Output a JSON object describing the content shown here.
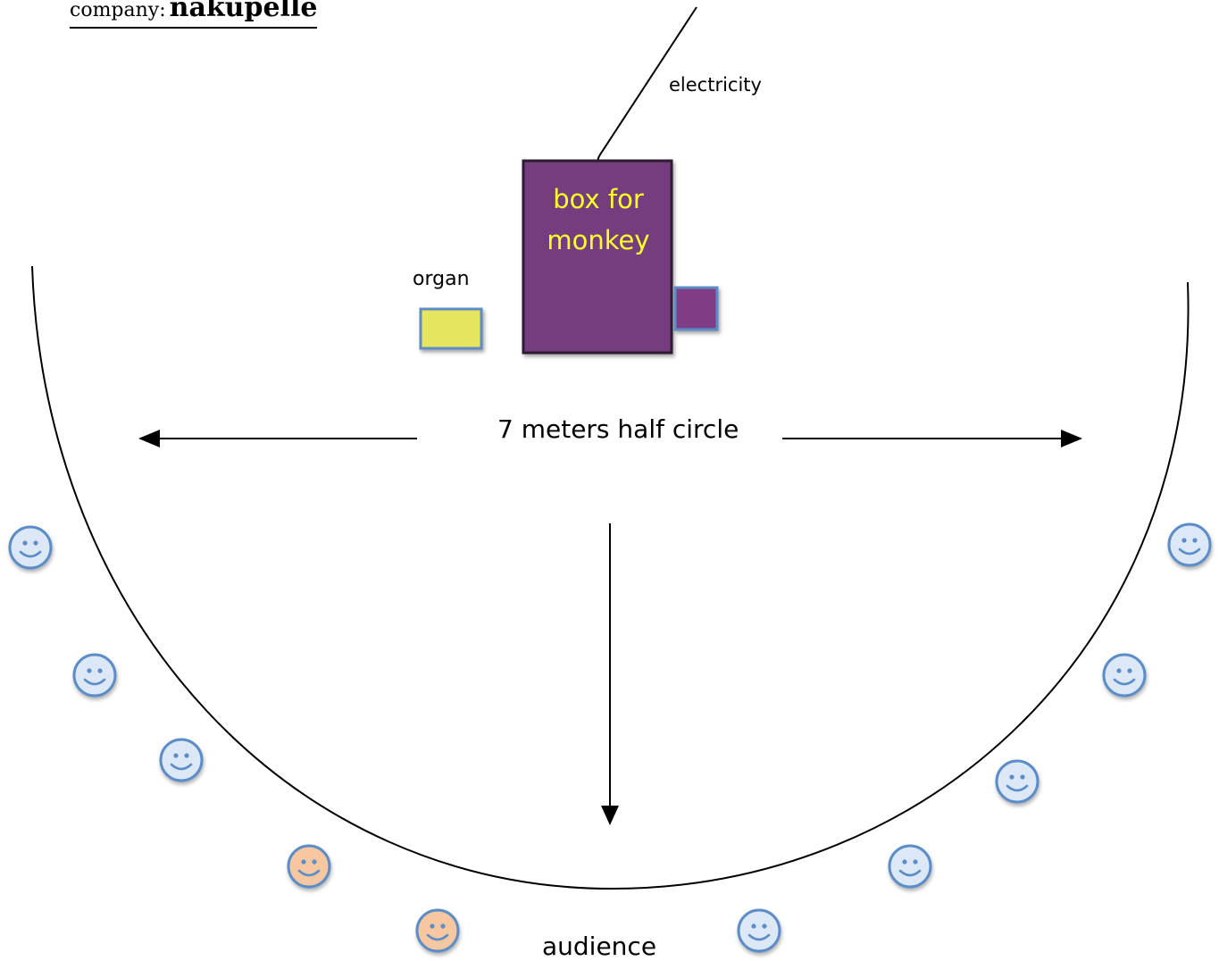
{
  "title": {
    "label": "company:",
    "name": "nakupelle"
  },
  "labels": {
    "electricity": "electricity",
    "box_line1": "box for",
    "box_line2": "monkey",
    "organ": "organ",
    "half_circle": "7 meters half circle",
    "audience": "audience"
  },
  "colors": {
    "monkey_box": "#763c7e",
    "monkey_box_border": "#2e1a30",
    "small_box": "#7e3c84",
    "organ": "#e5e560",
    "shape_border": "#5b8dc7",
    "box_text": "#ffff2a",
    "face_blue": "#dde8f7",
    "face_peach": "#f6c7a1",
    "face_outline": "#5b8dc7"
  },
  "audience_faces": [
    {
      "id": "left-1",
      "tone": "blue"
    },
    {
      "id": "left-2",
      "tone": "blue"
    },
    {
      "id": "left-3",
      "tone": "blue"
    },
    {
      "id": "left-4",
      "tone": "peach"
    },
    {
      "id": "left-5",
      "tone": "peach"
    },
    {
      "id": "right-1",
      "tone": "blue"
    },
    {
      "id": "right-2",
      "tone": "blue"
    },
    {
      "id": "right-3",
      "tone": "blue"
    },
    {
      "id": "right-4",
      "tone": "blue"
    },
    {
      "id": "right-5",
      "tone": "blue"
    }
  ]
}
